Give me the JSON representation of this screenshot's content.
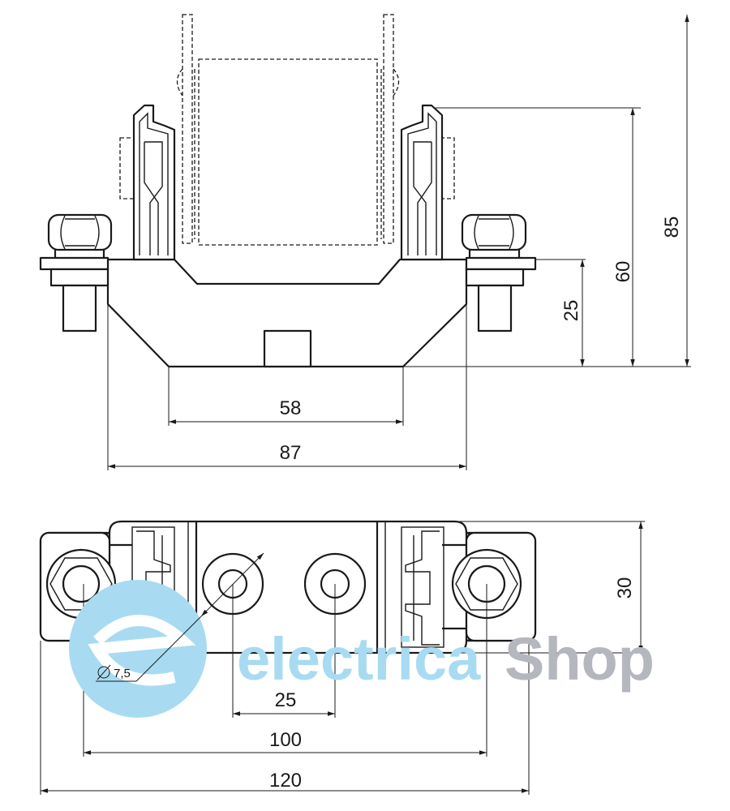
{
  "drawing": {
    "side_view": {
      "dim_overall_height": "85",
      "dim_clip_height": "60",
      "dim_terminal_height": "25",
      "dim_base_bottom_width": "58",
      "dim_base_width": "87"
    },
    "top_view": {
      "dim_depth": "30",
      "dim_hole_spacing": "25",
      "dim_terminal_spacing": "100",
      "dim_overall_length": "120",
      "dim_hole_diameter": "7,5"
    }
  },
  "watermark": {
    "part1": "electrica",
    "part2": "Shop",
    "color_blue": "#a8dbf1",
    "color_gray": "#b4b7bd"
  }
}
